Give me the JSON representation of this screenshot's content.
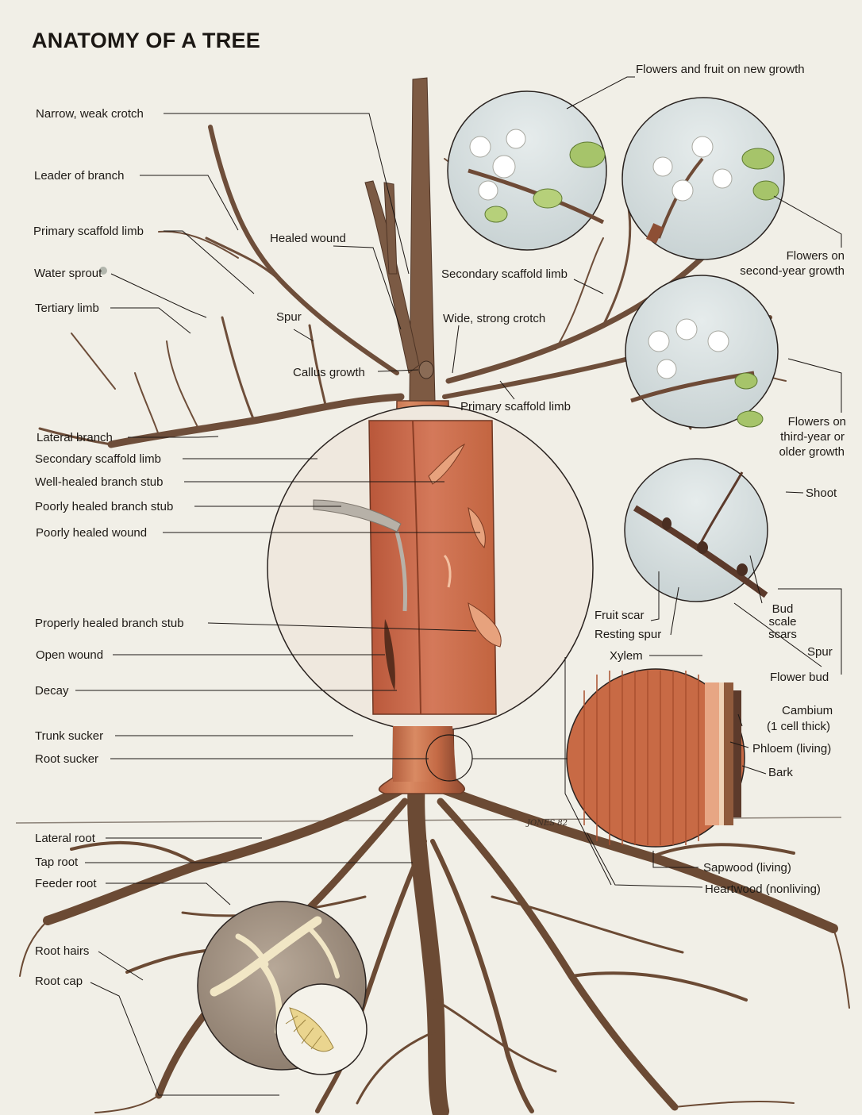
{
  "title": "ANATOMY OF A TREE",
  "artist_signature": "JONES 82",
  "colors": {
    "background": "#f1efe7",
    "bark": "#6b4733",
    "wood": "#c96f4a",
    "sapwood": "#d98a63",
    "root_zone": "#a39484",
    "leaf": "#a6c46a",
    "blossom": "#ffffff"
  },
  "labels": {
    "narrow_crotch": "Narrow, weak crotch",
    "leader_of_branch": "Leader of branch",
    "primary_scaffold_left": "Primary scaffold limb",
    "healed_wound": "Healed wound",
    "water_sprout": "Water sprout",
    "tertiary_limb": "Tertiary limb",
    "spur_upper": "Spur",
    "callus_growth": "Callus growth",
    "secondary_scaffold_right": "Secondary scaffold limb",
    "wide_crotch": "Wide, strong crotch",
    "primary_scaffold_right": "Primary scaffold limb",
    "lateral_branch": "Lateral branch",
    "secondary_scaffold_left": "Secondary scaffold limb",
    "well_healed_stub": "Well-healed branch stub",
    "poorly_healed_stub": "Poorly healed branch stub",
    "poorly_healed_wound": "Poorly healed wound",
    "properly_healed_stub": "Properly healed branch stub",
    "open_wound": "Open wound",
    "decay": "Decay",
    "trunk_sucker": "Trunk sucker",
    "root_sucker": "Root sucker",
    "lateral_root": "Lateral root",
    "tap_root": "Tap root",
    "feeder_root": "Feeder root",
    "root_hairs": "Root hairs",
    "root_cap": "Root cap",
    "flowers_new": "Flowers and fruit on new growth",
    "flowers_second_1": "Flowers on",
    "flowers_second_2": "second-year growth",
    "flowers_third_1": "Flowers on",
    "flowers_third_2": "third-year or",
    "flowers_third_3": "older growth",
    "shoot": "Shoot",
    "fruit_scar": "Fruit scar",
    "resting_spur": "Resting spur",
    "bud_scale_1": "Bud",
    "bud_scale_2": "scale",
    "bud_scale_3": "scars",
    "spur_lower": "Spur",
    "flower_bud": "Flower bud",
    "xylem": "Xylem",
    "cambium_1": "Cambium",
    "cambium_2": "(1 cell thick)",
    "phloem": "Phloem (living)",
    "bark": "Bark",
    "sapwood": "Sapwood (living)",
    "heartwood": "Heartwood (nonliving)"
  }
}
